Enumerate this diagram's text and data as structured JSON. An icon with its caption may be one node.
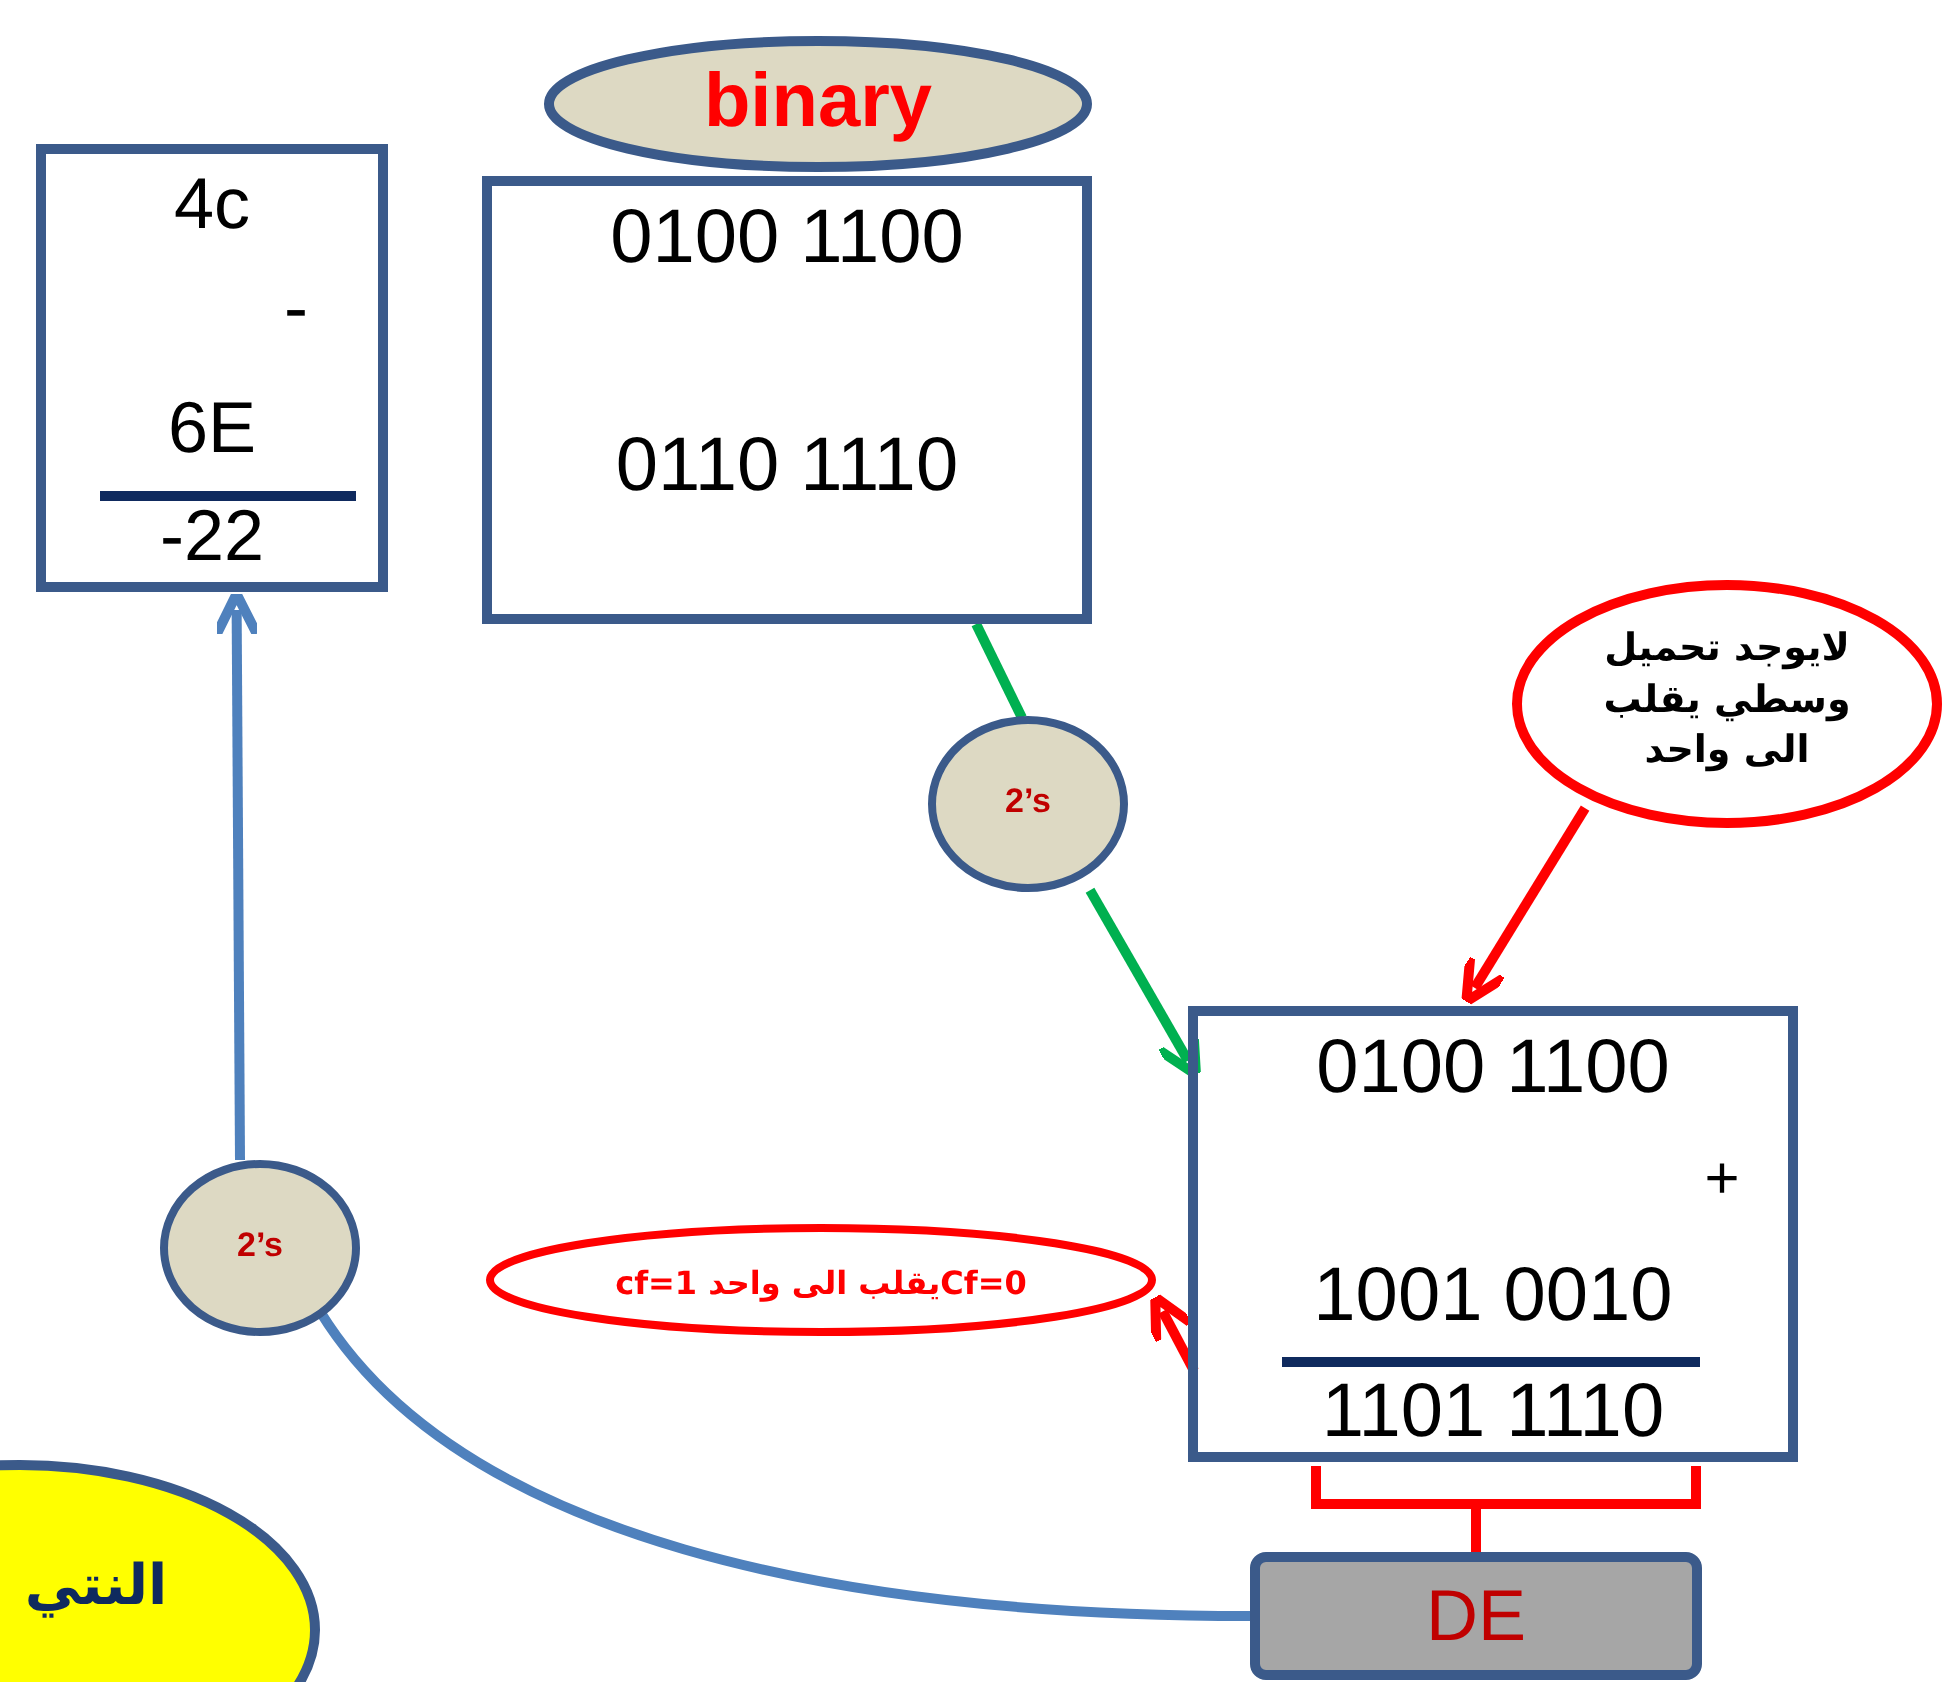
{
  "diagram": {
    "nodes": [
      {
        "text": [
          "4c",
          "-",
          "6E",
          "-22"
        ]
      },
      {
        "text": [
          "binary"
        ]
      },
      {
        "text": [
          "0100 1100",
          "0110 1110"
        ]
      },
      {
        "text": [
          "2’s"
        ]
      },
      {
        "text": [
          "لايوجد تحميل وسطي يقلب الى واحد"
        ]
      },
      {
        "text": [
          "0100 1100",
          "+",
          "1001 0010",
          "1101 1110"
        ]
      },
      {
        "text": [
          "Cf=0يقلب الى واحد cf=1"
        ]
      },
      {
        "text": [
          "2’s"
        ]
      },
      {
        "text": [
          "DE"
        ]
      },
      {
        "text": [
          "النتي"
        ]
      }
    ],
    "edges": [
      {
        "from": 2,
        "to": 3,
        "arrow": "none",
        "color": "#00b050"
      },
      {
        "from": 3,
        "to": 5,
        "arrow": "to",
        "color": "#00b050"
      },
      {
        "from": 4,
        "to": 5,
        "arrow": "to",
        "color": "#ff0000"
      },
      {
        "from": 5,
        "to": 6,
        "arrow": "to",
        "color": "#ff0000"
      },
      {
        "from": 8,
        "to": 7,
        "arrow": "none",
        "color": "#4f81bd"
      },
      {
        "from": 7,
        "to": 0,
        "arrow": "to",
        "color": "#4f81bd"
      },
      {
        "from": 5,
        "to": 8,
        "arrow": "none",
        "color": "#ff0000"
      }
    ]
  }
}
